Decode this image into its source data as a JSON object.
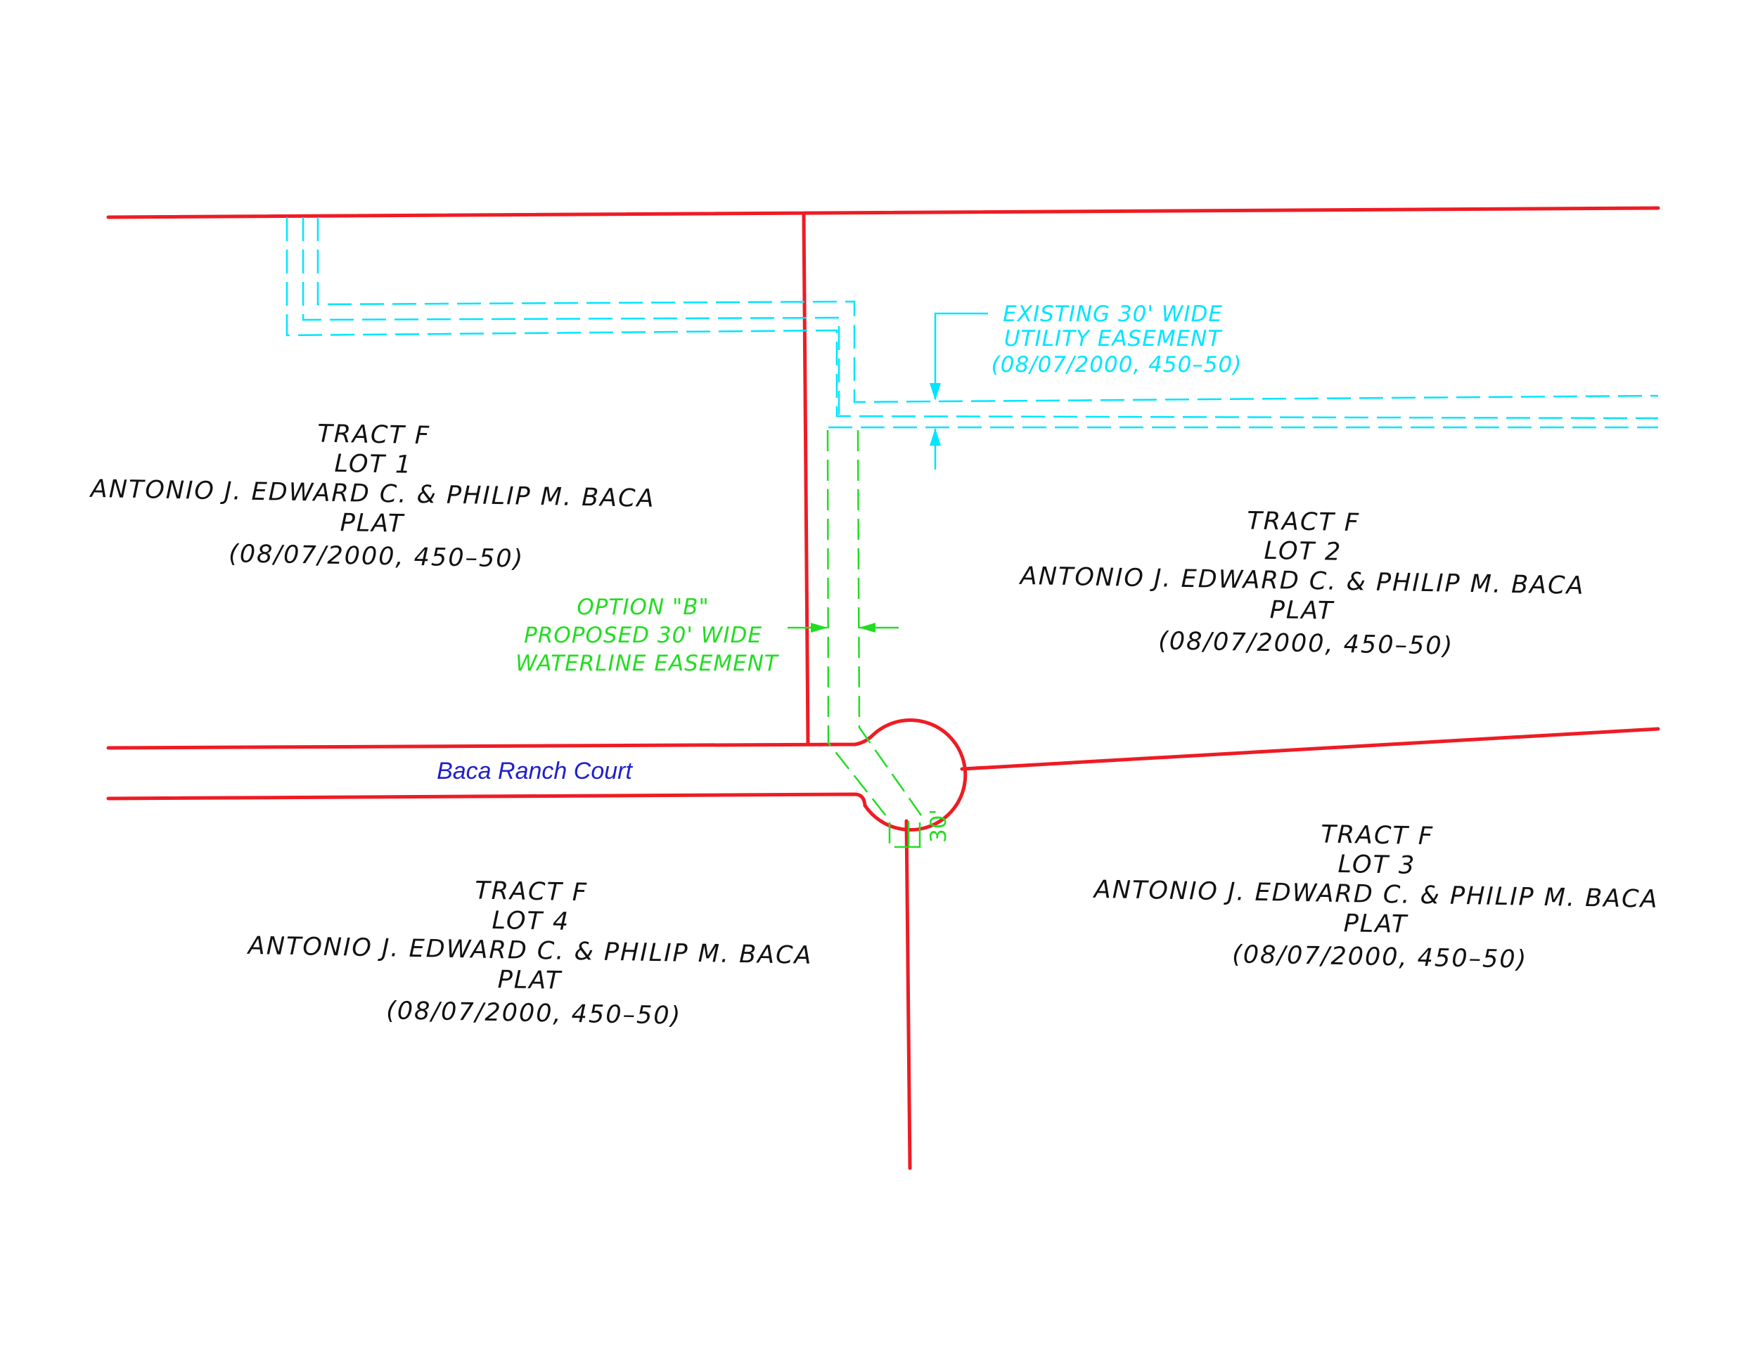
{
  "colors": {
    "boundary": "#ee1c24",
    "utility": "#00e5ff",
    "waterline": "#22dd22",
    "street": "#1f1fcc",
    "text": "#111111"
  },
  "lots": [
    {
      "id": "lot1",
      "lines": [
        "TRACT F",
        "LOT 1",
        "ANTONIO J. EDWARD C. & PHILIP M. BACA",
        "PLAT",
        "(08/07/2000, 450–50)"
      ]
    },
    {
      "id": "lot2",
      "lines": [
        "TRACT F",
        "LOT 2",
        "ANTONIO J. EDWARD C. & PHILIP M. BACA",
        "PLAT",
        "(08/07/2000, 450–50)"
      ]
    },
    {
      "id": "lot3",
      "lines": [
        "TRACT F",
        "LOT 3",
        "ANTONIO J. EDWARD C. & PHILIP M. BACA",
        "PLAT",
        "(08/07/2000, 450–50)"
      ]
    },
    {
      "id": "lot4",
      "lines": [
        "TRACT F",
        "LOT 4",
        "ANTONIO J. EDWARD C. & PHILIP M. BACA",
        "PLAT",
        "(08/07/2000, 450–50)"
      ]
    }
  ],
  "utility_easement": {
    "lines": [
      "EXISTING 30' WIDE",
      "UTILITY EASEMENT",
      "(08/07/2000, 450–50)"
    ]
  },
  "waterline_easement": {
    "lines": [
      "OPTION \"B\"",
      "PROPOSED 30' WIDE",
      "WATERLINE EASEMENT"
    ]
  },
  "street": {
    "name": "Baca Ranch Court"
  },
  "dimension": {
    "width_label": "30'"
  }
}
